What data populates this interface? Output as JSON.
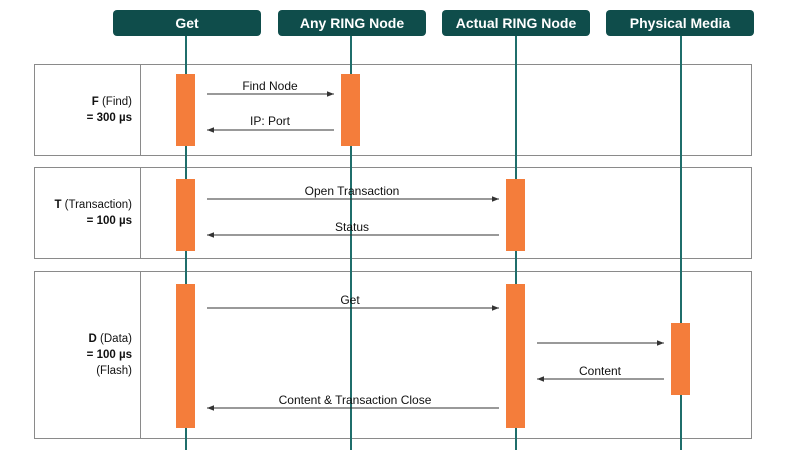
{
  "participants": [
    {
      "name": "Get"
    },
    {
      "name": "Any RING Node"
    },
    {
      "name": "Actual RING Node"
    },
    {
      "name": "Physical Media"
    }
  ],
  "phases": [
    {
      "name": "F",
      "detail": "(Find)",
      "timing": "= 300 µs",
      "note": ""
    },
    {
      "name": "T",
      "detail": "(Transaction)",
      "timing": "= 100 µs",
      "note": ""
    },
    {
      "name": "D",
      "detail": "(Data)",
      "timing": "= 100 µs",
      "note": "(Flash)"
    }
  ],
  "messages": [
    {
      "label": "Find Node",
      "from": "Get",
      "to": "Any RING Node"
    },
    {
      "label": "IP: Port",
      "from": "Any RING Node",
      "to": "Get"
    },
    {
      "label": "Open Transaction",
      "from": "Get",
      "to": "Actual RING Node"
    },
    {
      "label": "Status",
      "from": "Actual RING Node",
      "to": "Get"
    },
    {
      "label": "Get",
      "from": "Get",
      "to": "Actual RING Node"
    },
    {
      "label": "",
      "from": "Actual RING Node",
      "to": "Physical Media"
    },
    {
      "label": "Content",
      "from": "Physical Media",
      "to": "Actual RING Node"
    },
    {
      "label": "Content & Transaction Close",
      "from": "Actual RING Node",
      "to": "Get"
    }
  ],
  "colors": {
    "header_bg": "#0f4d4b",
    "lifeline": "#1f6e6b",
    "activation": "#f47d3b",
    "arrow": "#333333"
  }
}
